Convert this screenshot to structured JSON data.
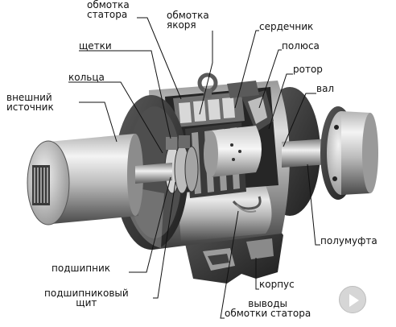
{
  "labels": {
    "stator_winding": [
      "обмотка",
      "статора"
    ],
    "armature_winding": [
      "обмотка",
      "якоря"
    ],
    "core": "сердечник",
    "poles": "полюса",
    "rotor": "ротор",
    "shaft": "вал",
    "brushes": "щетки",
    "rings": "кольца",
    "external_source": [
      "внешний",
      "источник"
    ],
    "half_coupling": "полумуфта",
    "bearing": "подшипник",
    "bearing_shield": [
      "подшипниковый",
      "щит"
    ],
    "housing": "корпус",
    "stator_leads": [
      "выводы",
      "обмотки статора"
    ]
  },
  "colors": {
    "metal_dark": "#3a3a3a",
    "metal_mid": "#8c8c8c",
    "metal_light": "#e6e6e6",
    "copper_winding": "#5a5a5a",
    "leader_line": "#111111",
    "play_button": "#d6d6d6"
  },
  "icons": {
    "play": "play-icon"
  }
}
